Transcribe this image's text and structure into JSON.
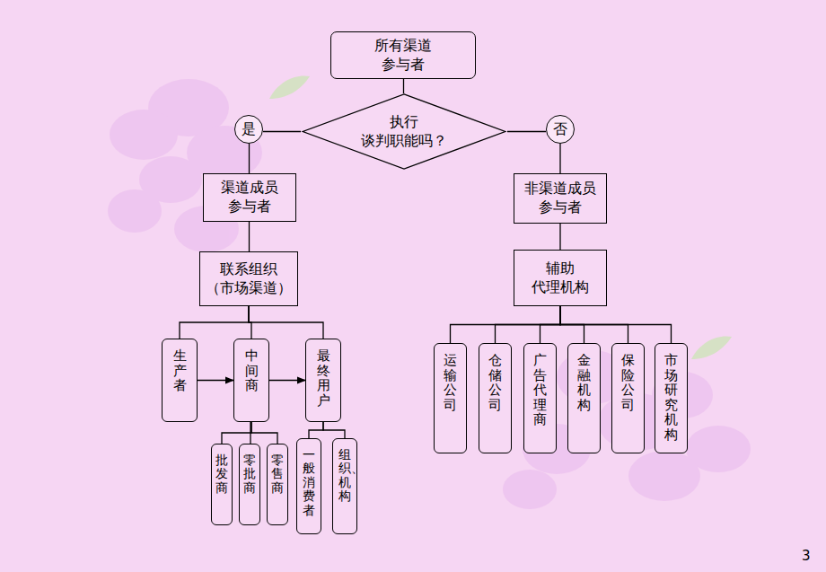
{
  "diagram": {
    "nodes": [
      {
        "text": [
          "所有渠道 参与者"
        ]
      },
      {
        "text": [
          "执行 谈判职能吗？"
        ]
      },
      {
        "text": [
          "是"
        ]
      },
      {
        "text": [
          "否"
        ]
      },
      {
        "text": [
          "渠道成员 参与者"
        ]
      },
      {
        "text": [
          "非渠道成员 参与者"
        ]
      },
      {
        "text": [
          "联系组织 （市场渠道）"
        ]
      },
      {
        "text": [
          "辅助 代理机构"
        ]
      },
      {
        "text": [
          "生产者"
        ]
      },
      {
        "text": [
          "中间商"
        ]
      },
      {
        "text": [
          "最终用户"
        ]
      },
      {
        "text": [
          "批发商"
        ]
      },
      {
        "text": [
          "零批商"
        ]
      },
      {
        "text": [
          "零售商"
        ]
      },
      {
        "text": [
          "一般消费者"
        ]
      },
      {
        "text": [
          "组织、机构"
        ]
      },
      {
        "text": [
          "运输公司"
        ]
      },
      {
        "text": [
          "仓储公司"
        ]
      },
      {
        "text": [
          "广告代理商"
        ]
      },
      {
        "text": [
          "金融机构"
        ]
      },
      {
        "text": [
          "保险公司"
        ]
      },
      {
        "text": [
          "市场研究机构"
        ]
      }
    ],
    "edges": [
      {
        "from": 0,
        "to": 1,
        "arrow": "none"
      },
      {
        "from": 1,
        "to": 2,
        "arrow": "none"
      },
      {
        "from": 1,
        "to": 3,
        "arrow": "none"
      },
      {
        "from": 2,
        "to": 4,
        "arrow": "none"
      },
      {
        "from": 3,
        "to": 5,
        "arrow": "none"
      },
      {
        "from": 4,
        "to": 6,
        "arrow": "none"
      },
      {
        "from": 5,
        "to": 7,
        "arrow": "none"
      },
      {
        "from": 6,
        "to": 8,
        "arrow": "none"
      },
      {
        "from": 6,
        "to": 9,
        "arrow": "none"
      },
      {
        "from": 6,
        "to": 10,
        "arrow": "none"
      },
      {
        "from": 8,
        "to": 9,
        "arrow": "to"
      },
      {
        "from": 9,
        "to": 10,
        "arrow": "to"
      },
      {
        "from": 9,
        "to": 11,
        "arrow": "none"
      },
      {
        "from": 9,
        "to": 12,
        "arrow": "none"
      },
      {
        "from": 9,
        "to": 13,
        "arrow": "none"
      },
      {
        "from": 10,
        "to": 14,
        "arrow": "none"
      },
      {
        "from": 10,
        "to": 15,
        "arrow": "none"
      },
      {
        "from": 7,
        "to": 16,
        "arrow": "none"
      },
      {
        "from": 7,
        "to": 17,
        "arrow": "none"
      },
      {
        "from": 7,
        "to": 18,
        "arrow": "none"
      },
      {
        "from": 7,
        "to": 19,
        "arrow": "none"
      },
      {
        "from": 7,
        "to": 20,
        "arrow": "none"
      },
      {
        "from": 7,
        "to": 21,
        "arrow": "none"
      }
    ],
    "labels": [
      "3"
    ]
  }
}
